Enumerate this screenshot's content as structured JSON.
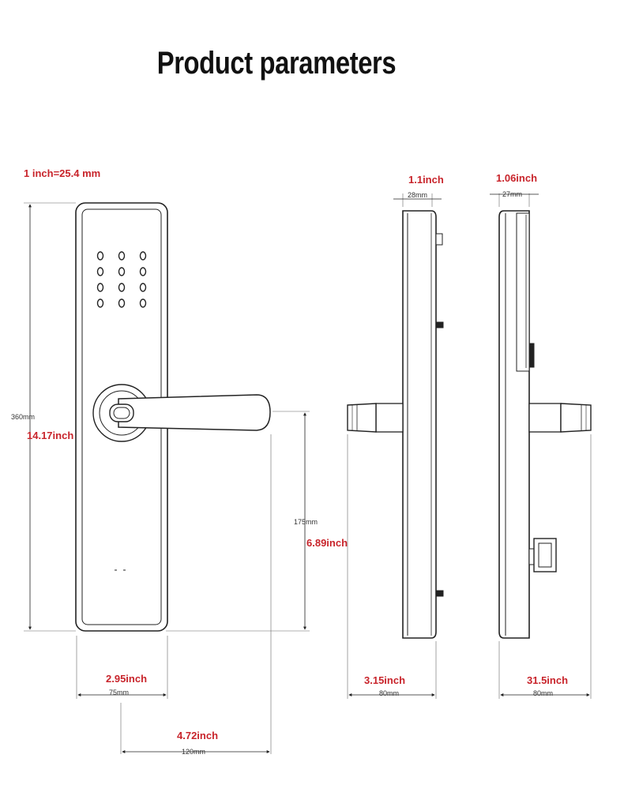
{
  "title": "Product parameters",
  "conversion_note": "1 inch=25.4 mm",
  "colors": {
    "inch_label": "#c8242b",
    "mm_label": "#333333",
    "outline": "#222222"
  },
  "front_view": {
    "height": {
      "mm": "360mm",
      "inch": "14.17inch"
    },
    "handle_offset": {
      "mm": "175mm",
      "inch": "6.89inch"
    },
    "panel_width": {
      "mm": "75mm",
      "inch": "2.95inch"
    },
    "total_width": {
      "mm": "120mm",
      "inch": "4.72inch"
    },
    "keypad_keys": 12
  },
  "side_view_left": {
    "top_depth": {
      "mm": "28mm",
      "inch": "1.1inch"
    },
    "bottom_depth": {
      "mm": "80mm",
      "inch": "3.15inch"
    }
  },
  "side_view_right": {
    "top_depth": {
      "mm": "27mm",
      "inch": "1.06inch"
    },
    "bottom_depth": {
      "mm": "80mm",
      "inch": "31.5inch"
    }
  }
}
